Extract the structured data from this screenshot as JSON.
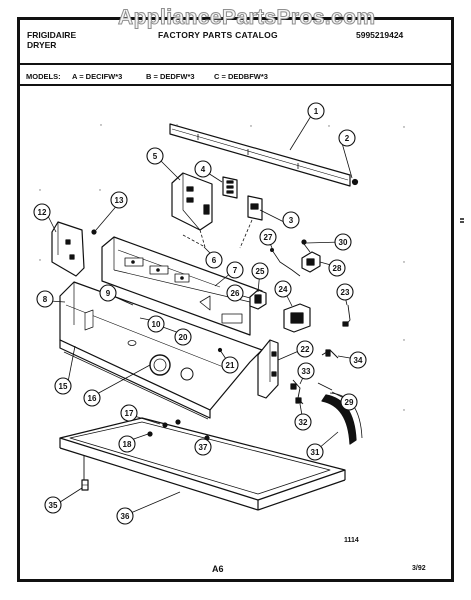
{
  "header": {
    "watermark": "AppliancePartsPros.com",
    "brand_line1": "FRIGIDAIRE",
    "brand_line2": "DRYER",
    "catalog_title": "FACTORY PARTS CATALOG",
    "part_number": "5995219424"
  },
  "models": {
    "label": "MODELS:",
    "a": "A = DECIFW*3",
    "b": "B = DEDFW*3",
    "c": "C = DEDBFW*3"
  },
  "callouts": [
    "1",
    "2",
    "3",
    "4",
    "5",
    "6",
    "7",
    "8",
    "9",
    "10",
    "12",
    "13",
    "15",
    "16",
    "17",
    "18",
    "20",
    "21",
    "22",
    "23",
    "24",
    "25",
    "26",
    "27",
    "28",
    "29",
    "30",
    "31",
    "32",
    "33",
    "34",
    "35",
    "36",
    "37"
  ],
  "footer": {
    "figure_code": "1114",
    "page": "A6",
    "date": "3/92"
  }
}
